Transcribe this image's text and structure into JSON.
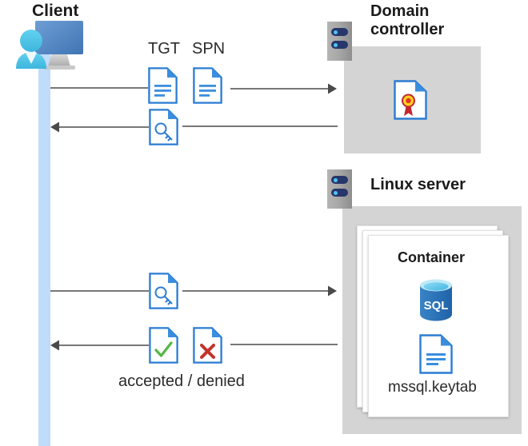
{
  "diagram": {
    "type": "sequence-diagram",
    "title_visible": false
  },
  "actors": {
    "client": {
      "label": "Client",
      "icon": "user-monitor-icon"
    },
    "domain_controller": {
      "label": "Domain\ncontroller",
      "label_line1": "Domain",
      "label_line2": "controller",
      "icon": "server-rack-icon"
    },
    "linux_server": {
      "label": "Linux server",
      "icon": "server-rack-icon"
    }
  },
  "domain_controller_contents": {
    "certificate": {
      "name": "certificate-document-icon"
    }
  },
  "linux_server_contents": {
    "container": {
      "label": "Container",
      "stack_count": 3,
      "items": [
        {
          "name": "sql-database-icon",
          "label": "SQL"
        },
        {
          "name": "keytab-document-icon",
          "label": "mssql.keytab"
        }
      ]
    }
  },
  "messages": [
    {
      "id": "msg-1",
      "direction": "right",
      "from": "client",
      "to": "domain_controller",
      "arrowhead": true,
      "icons": [
        {
          "name": "tgt-document-icon",
          "label": "TGT"
        },
        {
          "name": "spn-document-icon",
          "label": "SPN"
        }
      ]
    },
    {
      "id": "msg-2",
      "direction": "left",
      "from": "domain_controller",
      "to": "client",
      "arrowhead": true,
      "icons": [
        {
          "name": "service-ticket-key-document-icon",
          "label": ""
        }
      ]
    },
    {
      "id": "msg-3",
      "direction": "right",
      "from": "client",
      "to": "linux_server",
      "arrowhead": true,
      "icons": [
        {
          "name": "service-ticket-key-document-icon",
          "label": ""
        }
      ]
    },
    {
      "id": "msg-4",
      "direction": "left",
      "from": "linux_server",
      "to": "client",
      "arrowhead": true,
      "caption": "accepted / denied",
      "icons": [
        {
          "name": "accepted-check-document-icon",
          "label": "accepted"
        },
        {
          "name": "denied-cross-document-icon",
          "label": "denied"
        }
      ]
    }
  ],
  "labels": {
    "tgt": "TGT",
    "spn": "SPN",
    "accepted_denied": "accepted / denied",
    "mssql_keytab": "mssql.keytab",
    "sql": "SQL"
  },
  "colors": {
    "panel_gray": "#d4d4d4",
    "lifeline_blue": "#bfdcfa",
    "doc_blue": "#2a7cd4",
    "doc_fold_blue": "#3b8ede",
    "arrow_gray": "#4a4a4a",
    "check_green": "#56b84a",
    "cross_red": "#c3332b",
    "cert_gold": "#ffd21e",
    "cert_ribbon_red": "#c0272d",
    "sql_blue": "#2a6fb5",
    "sql_top_cyan": "#5fc8ef",
    "rack_navy": "#27366b",
    "rack_dot_cyan": "#4cc3f0",
    "monitor_blue": "#4a7ebb",
    "person_cyan": "#4cc5e8",
    "text_dark": "#1b1b1b"
  }
}
